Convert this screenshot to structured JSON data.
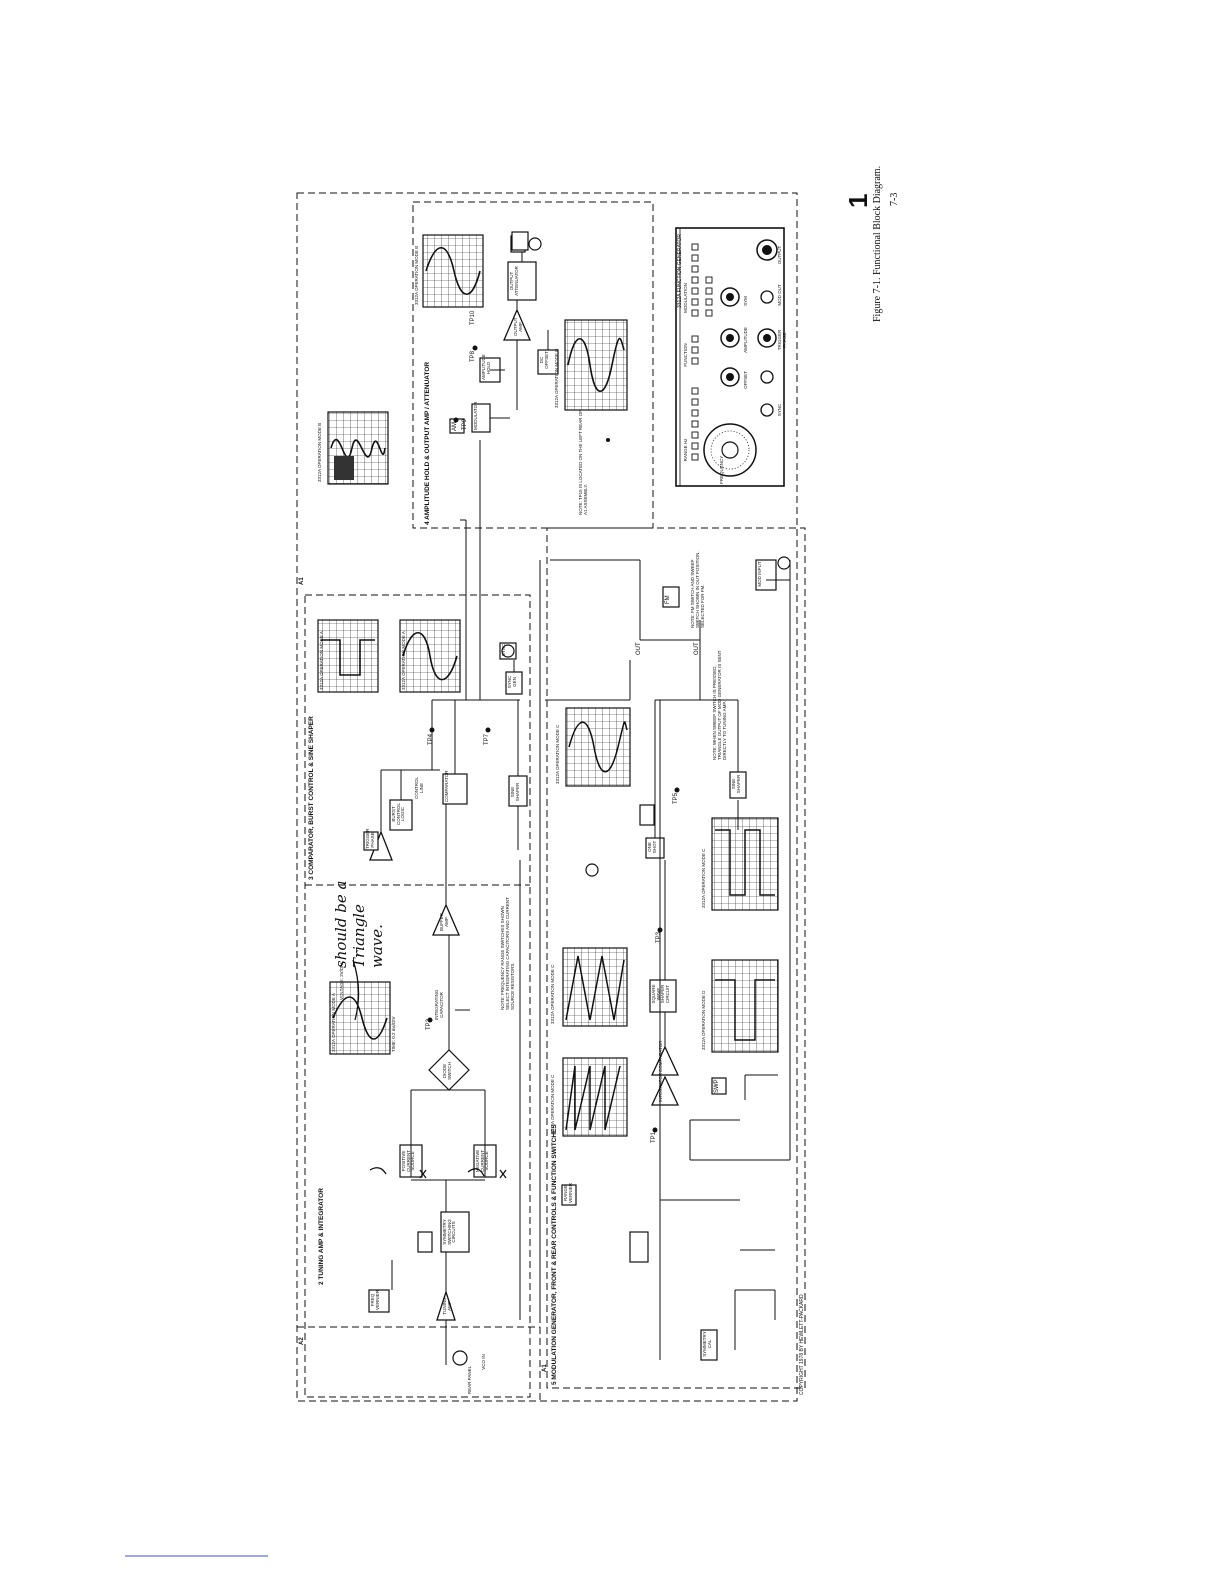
{
  "figure": {
    "caption": "Figure 7-1.  Functional Block Diagram.",
    "page_number": "7-3",
    "tab_number": "1"
  },
  "boards": {
    "a1_top": "A1",
    "a1_bottom": "A1",
    "a2": "A2"
  },
  "sections": {
    "s2": "2  TUNING AMP & INTEGRATOR",
    "s3": "3  COMPARATOR, BURST CONTROL & SINE SHAPER",
    "s4": "4  AMPLITUDE HOLD & OUTPUT AMP / ATTENUATOR",
    "s5": "5  MODULATION GENERATOR, FRONT & REAR CONTROLS & FUNCTION SWITCHES"
  },
  "blocks": {
    "tuning_amp": "TUNING AMP",
    "freq_vernier": "FREQ VERNIER",
    "symmetry": "SYMMETRY SWITCHING CIRCUITS",
    "pos_current": "POSITIVE CURRENT SOURCE",
    "neg_current": "NEGATIVE CURRENT SOURCE",
    "diode_switch": "DIODE SWITCH",
    "buffer_amp": "BUFFER AMP",
    "comparator": "COMPARATOR",
    "burst_logic": "BURST CONTROL LOGIC",
    "control_line": "CONTROL LINE",
    "trigger_phase": "TRIGGER PHASE",
    "sine_shaper": "SINE SHAPER",
    "sync_gen": "SYNC GEN",
    "sync": "SYNC",
    "output_amp": "OUTPUT AMP",
    "output_atten": "OUTPUT ATTENUATOR",
    "amp_hold": "AMPLITUDE HOLD",
    "dc_offset": "DC OFFSET",
    "modulator": "MODULATOR",
    "integrator": "INTEGRATOR",
    "range_vernier": "RANGE VERNIER",
    "symmetry_cal": "SYMMETRY CAL",
    "square_wave": "SQUARE WAVE SHAPER CIRCUIT",
    "mod_comparator": "COMPARATOR",
    "one_shot": "ONE SHOT",
    "sine_shaper2": "SINE SHAPER",
    "mod_input": "MOD INPUT",
    "rear_panel": "REAR PANEL",
    "vco_in": "VCO IN",
    "integrating_capacitor": "INTEGRATING CAPACITOR"
  },
  "scopes": {
    "op_a1": "3312A OPERATION MODE A",
    "op_a2": "3312A OPERATION MODE A",
    "op_a3": "3312A OPERATION MODE A",
    "op_b": "3312A OPERATION MODE B",
    "op_b2": "3312A OPERATION MODE B",
    "op_c1": "3312A OPERATION MODE C",
    "op_c2": "3312A OPERATION MODE C",
    "op_c3": "3312A OPERATION MODE C",
    "op_d": "3312A OPERATION MODE D",
    "op_d2": "3312A OPERATION MODE D",
    "volt_axis": "VOLTAGE: 2V/DIV",
    "time_axis": "TIME: 0.2 ms/DIV"
  },
  "notes": {
    "freq_note": "NOTE: FREQUENCY RANGE SWITCHES SHOWN SELECT INTEGRATING CAPACITORS AND CURRENT SOURCE RESISTORS.",
    "sweep_note": "NOTE: WHEN SWEEP SWITCH IS PRESSED, TRIANGLE OUTPUT OF MOD GENERATOR IS SENT DIRECTLY TO TUNING AMP.",
    "fm_note": "NOTE: FM SWITCH AND SWEEP SWITCH SHOWN IN OUT POSITION. SELECTED FOR FM.",
    "tp_note": "NOTE: TP15 IS LOCATED ON THE LEFT REAR OF A1 ASSEMBLY.",
    "handwritten": "should be a Triangle wave.",
    "copyright": "COPYRIGHT 1978 BY HEWLETT-PACKARD"
  },
  "testpoints": {
    "tp1": "TP1",
    "tp2": "TP2",
    "tp3": "TP3",
    "tp4": "TP4",
    "tp5": "TP5",
    "tp7": "TP7",
    "tp8": "TP8",
    "tp9": "TP9",
    "tp10": "TP10"
  },
  "switches": {
    "out1": "OUT",
    "out2": "OUT",
    "fm": "FM",
    "am": "AM",
    "swp": "SWP"
  },
  "front_panel": {
    "title": "3312A FUNCTION GENERATOR",
    "frequency": "FREQUENCY",
    "range": "RANGE Hz",
    "function": "FUNCTION",
    "modulation": "MODULATION",
    "amplitude": "AMPLITUDE",
    "offset": "OFFSET",
    "sym": "SYM",
    "trigger": "TRIGGER PHASE",
    "output": "OUTPUT",
    "sync": "SYNC",
    "mod_out": "MOD OUT"
  }
}
